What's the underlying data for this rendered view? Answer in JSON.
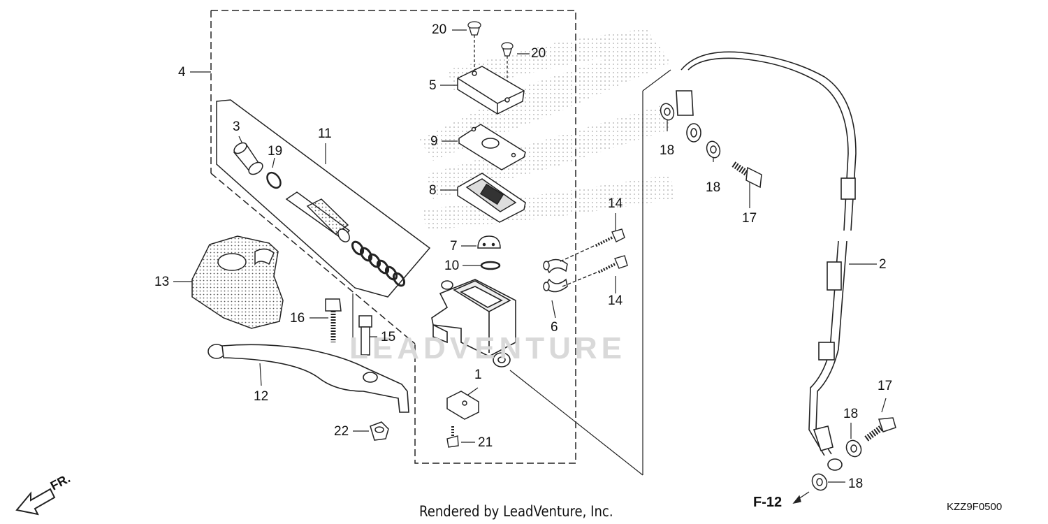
{
  "footer": {
    "rendered_by": "Rendered by LeadVenture, Inc.",
    "code": "KZZ9F0500"
  },
  "watermark": "LEADVENTURE",
  "refs": {
    "f12": "F-12",
    "fr": "FR."
  },
  "callouts": [
    {
      "id": "c20a",
      "text": "20"
    },
    {
      "id": "c20b",
      "text": "20"
    },
    {
      "id": "c5",
      "text": "5"
    },
    {
      "id": "c9",
      "text": "9"
    },
    {
      "id": "c8",
      "text": "8"
    },
    {
      "id": "c7",
      "text": "7"
    },
    {
      "id": "c10",
      "text": "10"
    },
    {
      "id": "c1",
      "text": "1"
    },
    {
      "id": "c21",
      "text": "21"
    },
    {
      "id": "c22",
      "text": "22"
    },
    {
      "id": "c4",
      "text": "4"
    },
    {
      "id": "c3",
      "text": "3"
    },
    {
      "id": "c19",
      "text": "19"
    },
    {
      "id": "c11",
      "text": "11"
    },
    {
      "id": "c13",
      "text": "13"
    },
    {
      "id": "c16",
      "text": "16"
    },
    {
      "id": "c15",
      "text": "15"
    },
    {
      "id": "c12",
      "text": "12"
    },
    {
      "id": "c14a",
      "text": "14"
    },
    {
      "id": "c14b",
      "text": "14"
    },
    {
      "id": "c6",
      "text": "6"
    },
    {
      "id": "c18a",
      "text": "18"
    },
    {
      "id": "c18b",
      "text": "18"
    },
    {
      "id": "c17a",
      "text": "17"
    },
    {
      "id": "c2",
      "text": "2"
    },
    {
      "id": "c17b",
      "text": "17"
    },
    {
      "id": "c18c",
      "text": "18"
    },
    {
      "id": "c18d",
      "text": "18"
    }
  ]
}
